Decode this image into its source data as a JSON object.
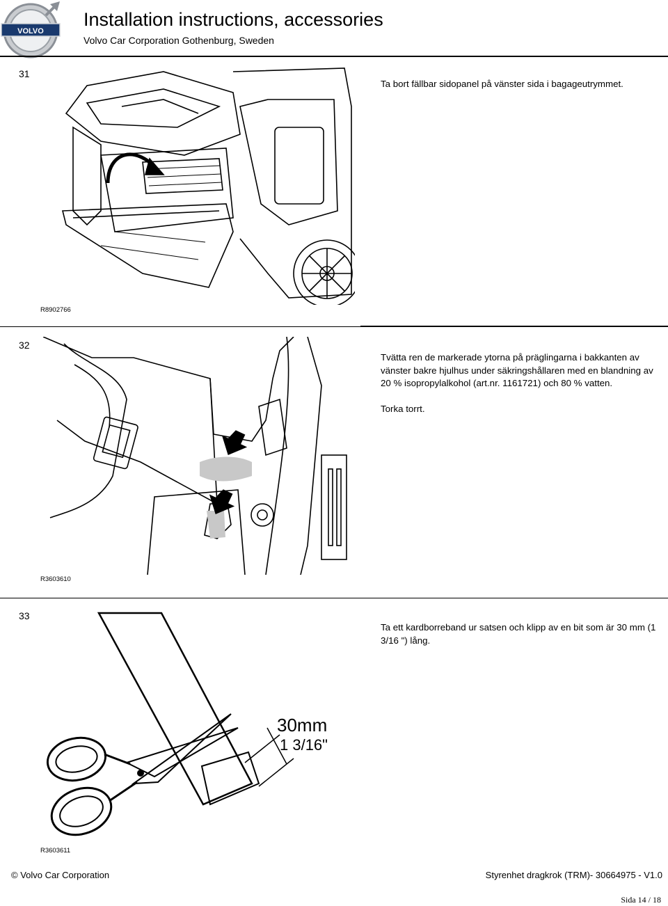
{
  "header": {
    "logo_text": "VOLVO",
    "title": "Installation instructions, accessories",
    "subtitle": "Volvo Car Corporation Gothenburg, Sweden"
  },
  "steps": [
    {
      "number": "31",
      "text": [
        "Ta bort fällbar sidopanel på vänster sida i bagageutrymmet."
      ],
      "ref": "R8902766",
      "icon": "car-trunk-illustration"
    },
    {
      "number": "32",
      "text": [
        "Tvätta ren de markerade ytorna på präglingarna i bakkanten av vänster bakre hjulhus under säkringshållaren med en blandning av 20 % isopropylalkohol (art.nr. 1161721) och 80 % vatten.",
        "Torka torrt."
      ],
      "ref": "R3603610",
      "icon": "wheelhouse-illustration"
    },
    {
      "number": "33",
      "text": [
        "Ta ett kardborreband ur satsen och klipp av en bit som är 30 mm (1 3/16 \") lång."
      ],
      "ref": "R3603611",
      "icon": "scissors-illustration",
      "dimension": [
        "30mm",
        "1 3/16\""
      ]
    }
  ],
  "footer": {
    "copyright": "© Volvo Car Corporation",
    "document": "Styrenhet dragkrok (TRM)- 30664975 - V1.0",
    "page": "Sida 14 / 18"
  }
}
